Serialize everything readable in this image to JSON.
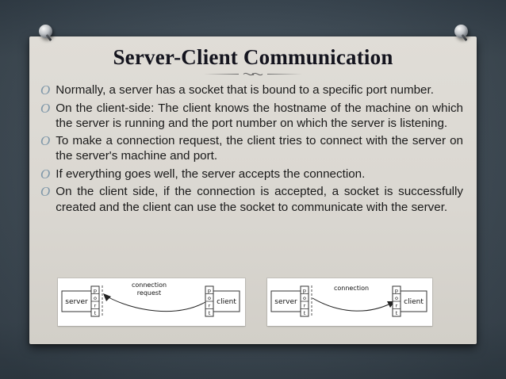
{
  "slide": {
    "title": "Server-Client Communication",
    "bullet_glyph": "O",
    "bullets": [
      "Normally, a server has a socket that is bound to a specific port number.",
      "On the client-side: The client knows the hostname of the machine on which the server is running and the port number on which the server is listening.",
      "To make a connection request, the client tries to connect with the server on the server's machine and port.",
      "If everything goes well, the server accepts the connection.",
      "On the client side, if the connection is accepted, a socket is successfully created and the client can use the socket to communicate with the server."
    ]
  },
  "diagrams": {
    "left": {
      "server_label": "server",
      "port_letters": [
        "p",
        "o",
        "r",
        "t"
      ],
      "arrow_label_line1": "connection",
      "arrow_label_line2": "request",
      "client_label": "client"
    },
    "right": {
      "server_label": "server",
      "port_letters": [
        "p",
        "o",
        "r",
        "t"
      ],
      "arrow_label": "connection",
      "client_label": "client"
    }
  },
  "colors": {
    "canvas_background": "#42505c",
    "slide_background": "#dad7d1",
    "title_color": "#14141e",
    "bullet_color": "#7e97a9",
    "body_text_color": "#1a1a1a"
  }
}
